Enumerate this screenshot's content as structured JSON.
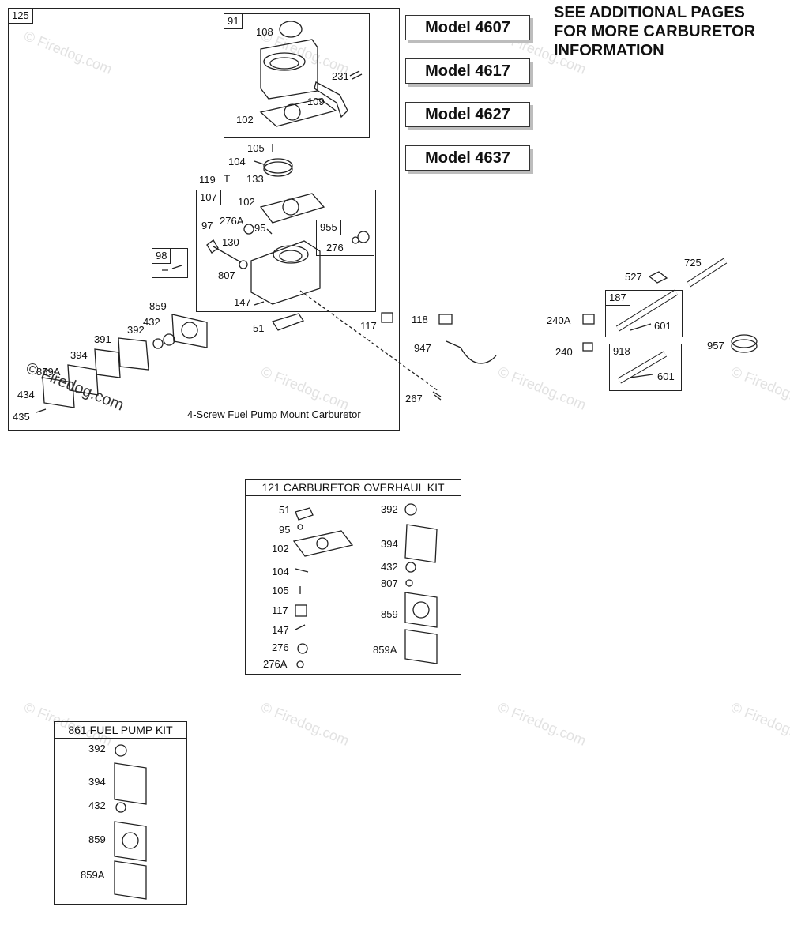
{
  "notice": {
    "line1": "SEE ADDITIONAL PAGES",
    "line2": "FOR MORE CARBURETOR",
    "line3": "INFORMATION"
  },
  "models": [
    "Model 4607",
    "Model 4617",
    "Model 4627",
    "Model 4637"
  ],
  "main_assembly": {
    "tag": "125",
    "caption": "4-Screw Fuel Pump Mount Carburetor",
    "sub_groups": {
      "g91": "91",
      "g107": "107",
      "g955": "955",
      "g98": "98"
    },
    "labels": {
      "p108": "108",
      "p231": "231",
      "p109": "109",
      "p102a": "102",
      "p105": "105",
      "p104": "104",
      "p133": "133",
      "p119": "119",
      "p102b": "102",
      "p97": "97",
      "p276A": "276A",
      "p95": "95",
      "p130": "130",
      "p276": "276",
      "p807": "807",
      "p147": "147",
      "p51": "51",
      "p117": "117",
      "p859": "859",
      "p432": "432",
      "p392": "392",
      "p391": "391",
      "p394": "394",
      "p859A": "859A",
      "p434": "434",
      "p435": "435"
    }
  },
  "loose_parts": {
    "p118": "118",
    "p947": "947",
    "p267": "267"
  },
  "right_assembly": {
    "g187": "187",
    "g918": "918",
    "labels": {
      "p725": "725",
      "p527": "527",
      "p240A": "240A",
      "p601a": "601",
      "p240": "240",
      "p601b": "601",
      "p957": "957"
    }
  },
  "overhaul_kit": {
    "title": "121 CARBURETOR OVERHAUL KIT",
    "left_parts": [
      "51",
      "95",
      "102",
      "104",
      "105",
      "117",
      "147",
      "276",
      "276A"
    ],
    "right_parts": [
      "392",
      "394",
      "432",
      "807",
      "859",
      "859A"
    ]
  },
  "fuel_pump_kit": {
    "title": "861 FUEL PUMP KIT",
    "parts": [
      "392",
      "394",
      "432",
      "859",
      "859A"
    ]
  },
  "watermark": {
    "text": "© Firedog.com"
  }
}
